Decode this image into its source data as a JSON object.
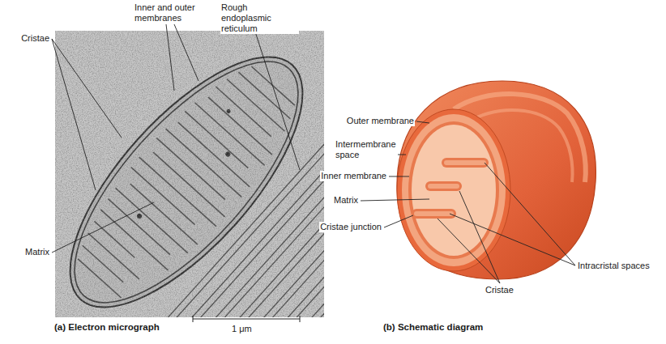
{
  "diagram": {
    "labels": [
      "Inner and outer membranes",
      "Rough endoplasmic reticulum",
      "Cristae",
      "Matrix",
      "(a) Electron micrograph",
      "1 μm",
      "Outer membrane",
      "Intermembrane space",
      "Inner membrane",
      "Matrix",
      "Cristae junction",
      "Intracristal spaces",
      "Cristae",
      "(b) Schematic diagram"
    ]
  }
}
